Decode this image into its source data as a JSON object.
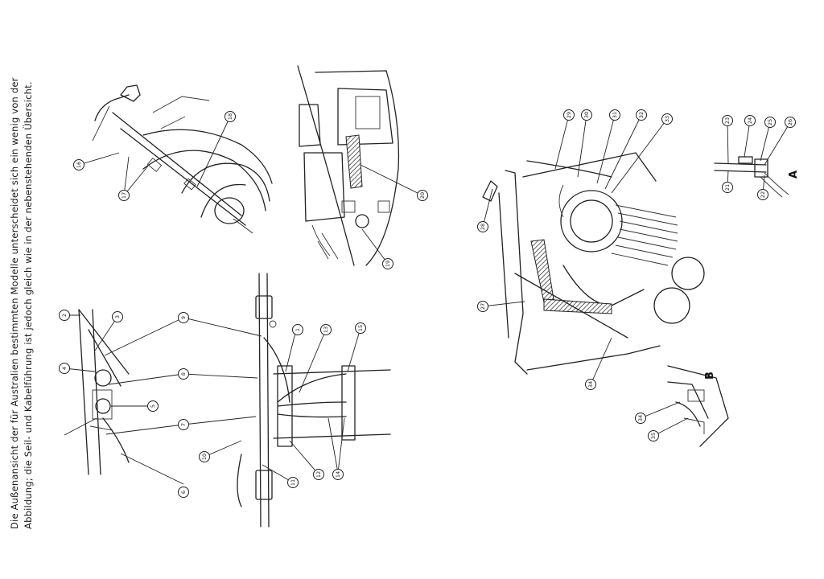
{
  "caption": {
    "line1": "Die Außenansicht der für Australien bestimmten Modelle unterscheidet sich ein wenig von der",
    "line2": "Abbildung; die Seil- und Kabelführung ist jedoch gleich wie in der nebenstehenden Übersicht."
  },
  "callouts": [
    "1",
    "2",
    "3",
    "4",
    "5",
    "6",
    "7",
    "8",
    "9",
    "10",
    "11",
    "12",
    "13",
    "14",
    "15",
    "16",
    "17",
    "18",
    "19",
    "20",
    "21",
    "22",
    "23",
    "24",
    "25",
    "26",
    "27",
    "28",
    "29",
    "30",
    "31",
    "32",
    "33",
    "34",
    "35"
  ],
  "inset_labels": {
    "a": "A",
    "b": "B"
  }
}
